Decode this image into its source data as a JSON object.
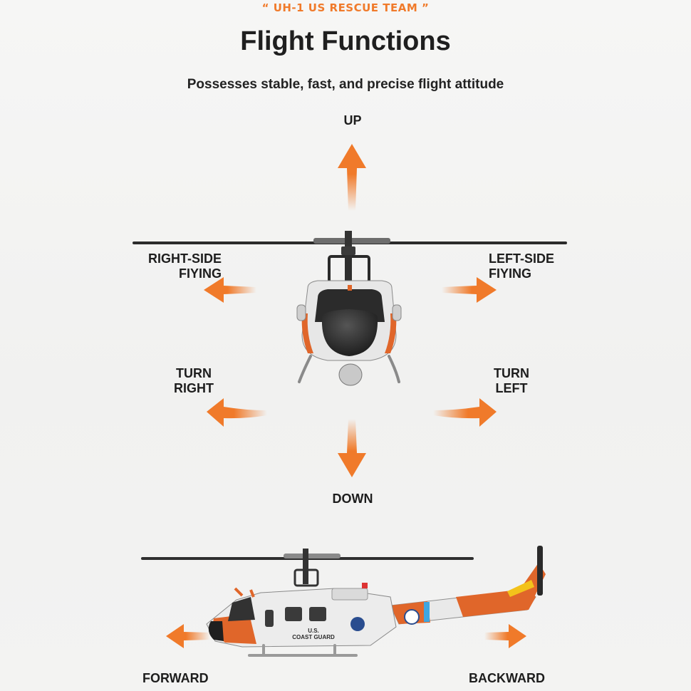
{
  "header": {
    "tag": "“ UH-1 US RESCUE TEAM ”",
    "title": "Flight Functions",
    "subtitle": "Possesses stable, fast, and precise flight attitude"
  },
  "directions": {
    "up": "UP",
    "down": "DOWN",
    "right_side": [
      "RIGHT-SIDE",
      "FIYING"
    ],
    "left_side": [
      "LEFT-SIDE",
      "FIYING"
    ],
    "turn_right": [
      "TURN",
      "RIGHT"
    ],
    "turn_left": [
      "TURN",
      "LEFT"
    ],
    "forward": "FORWARD",
    "backward": "BACKWARD"
  },
  "helicopter_markings": {
    "side_text_1": "U.S.",
    "side_text_2": "COAST GUARD"
  },
  "colors": {
    "accent_orange": "#f07a2a",
    "text_dark": "#1d1d1d",
    "fuselage_white": "#e9e9e9",
    "stripe_blue": "#3fa6e0",
    "tail_yellow": "#f3c21b"
  }
}
